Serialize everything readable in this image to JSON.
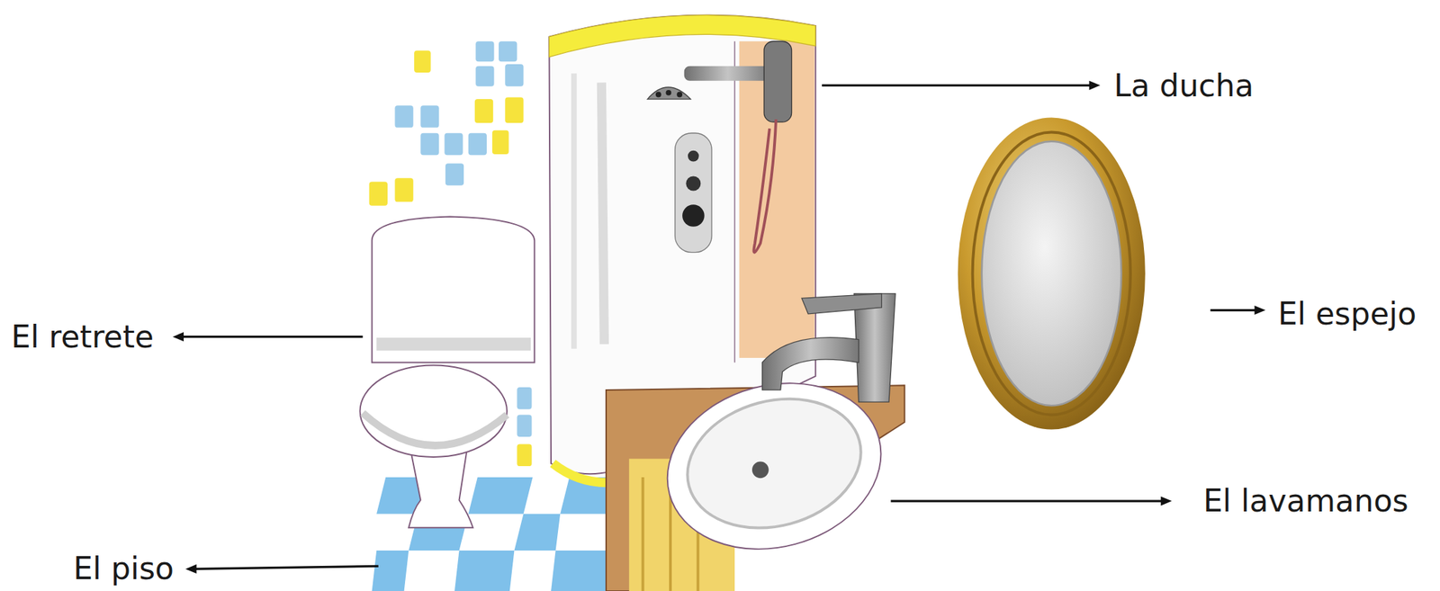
{
  "diagram": {
    "labels": [
      "La ducha",
      "El espejo",
      "El retrete",
      "El lavamanos",
      "El piso"
    ]
  }
}
